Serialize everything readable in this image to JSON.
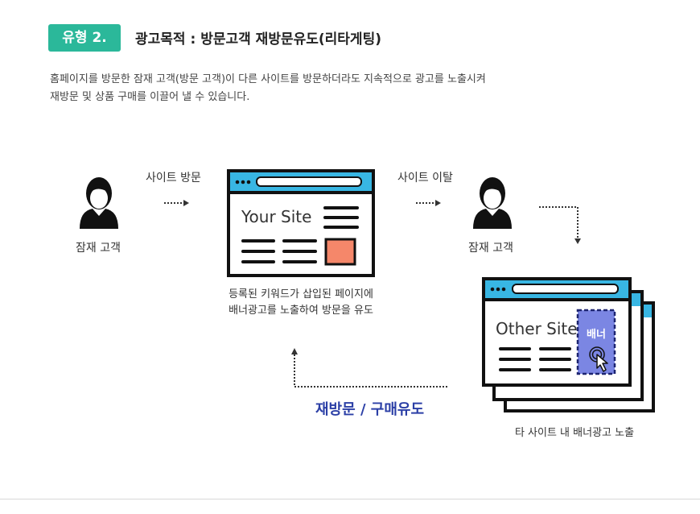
{
  "header": {
    "badge": "유형 2.",
    "title": "광고목적 : 방문고객 재방문유도(리타게팅)"
  },
  "description": {
    "line1": "홈페이지를 방문한 잠재 고객(방문 고객)이 다른 사이트를 방문하더라도 지속적으로 광고를 노출시켜",
    "line2": "재방문 및 상품 구매를 이끌어 낼 수 있습니다."
  },
  "diagram": {
    "customer1_label": "잠재 고객",
    "visit_label": "사이트 방문",
    "your_site_text": "Your Site",
    "your_site_caption_line1": "등록된 키워드가 삽입된 페이지에",
    "your_site_caption_line2": "배너광고를 노출하여 방문을 유도",
    "leave_label": "사이트 이탈",
    "customer2_label": "잠재 고객",
    "other_site_text": "Other Site",
    "banner_text": "배너",
    "other_site_caption": "타 사이트 내 배너광고 노출",
    "revisit_label": "재방문 / 구매유도"
  },
  "colors": {
    "badge_bg": "#2bb89a",
    "browser_bar": "#38b6e3",
    "your_site_block": "#f5876a",
    "banner": "#7b86e3",
    "revisit_text": "#2b3fa6"
  }
}
